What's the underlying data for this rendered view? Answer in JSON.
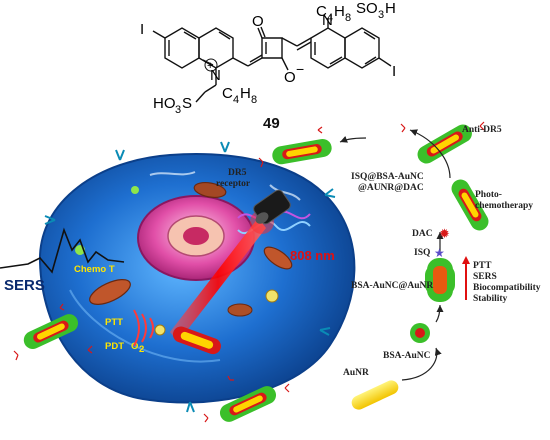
{
  "structure": {
    "compound_number": "49",
    "atoms": {
      "iodine_left": "I",
      "iodine_right": "I",
      "oxygen_top": "O",
      "oxygen_minus": "O",
      "minus_sign": "−",
      "n_left": "N",
      "n_plus": "+",
      "n_right": "N",
      "chain_left_a": "C",
      "chain_left_sub_a": "4",
      "chain_left_b": "H",
      "chain_left_sub_b": "8",
      "so3h_left_pre": "HO",
      "so3h_left_sub": "3",
      "so3h_left_post": "S",
      "chain_right_a": "C",
      "chain_right_sub_a": "4",
      "chain_right_b": "H",
      "chain_right_sub_b": "8",
      "so3h_right_pre": "SO",
      "so3h_right_sub": "3",
      "so3h_right_post": "H"
    }
  },
  "labels": {
    "dr5_receptor_1": "DR5",
    "dr5_receptor_2": "receptor",
    "anti_dr5": "Anti-DR5",
    "isq_complex_1": "ISQ@BSA-AuNC",
    "isq_complex_2": "@AUNR@DAC",
    "photo_1": "Photo-",
    "photo_2": "chemotherapy",
    "dac": "DAC",
    "isq": "ISQ",
    "ptt_list": [
      "PTT",
      "SERS",
      "Biocompatibility",
      "Stability"
    ],
    "bsa_aunc_aunr": "BSA-AuNC@AuNR",
    "bsa_aunc": "BSA-AuNC",
    "aunr": "AuNR",
    "laser": "808 nm",
    "sers": "SERS",
    "chemo_t": "Chemo T",
    "ptt": "PTT",
    "pdt": "PDT",
    "pdt_o": "O",
    "pdt_o_sub": "2"
  },
  "colors": {
    "cell_body": "#1e6fd0",
    "cell_edge": "#0b3f8a",
    "nucleus": "#d8349a",
    "laser": "#ff1010",
    "rod_green": "#3bbf2a",
    "rod_red": "#d81818",
    "rod_gold": "#ffd400",
    "arrow_red": "#e01010",
    "text_blue": "#0a2a6e"
  }
}
